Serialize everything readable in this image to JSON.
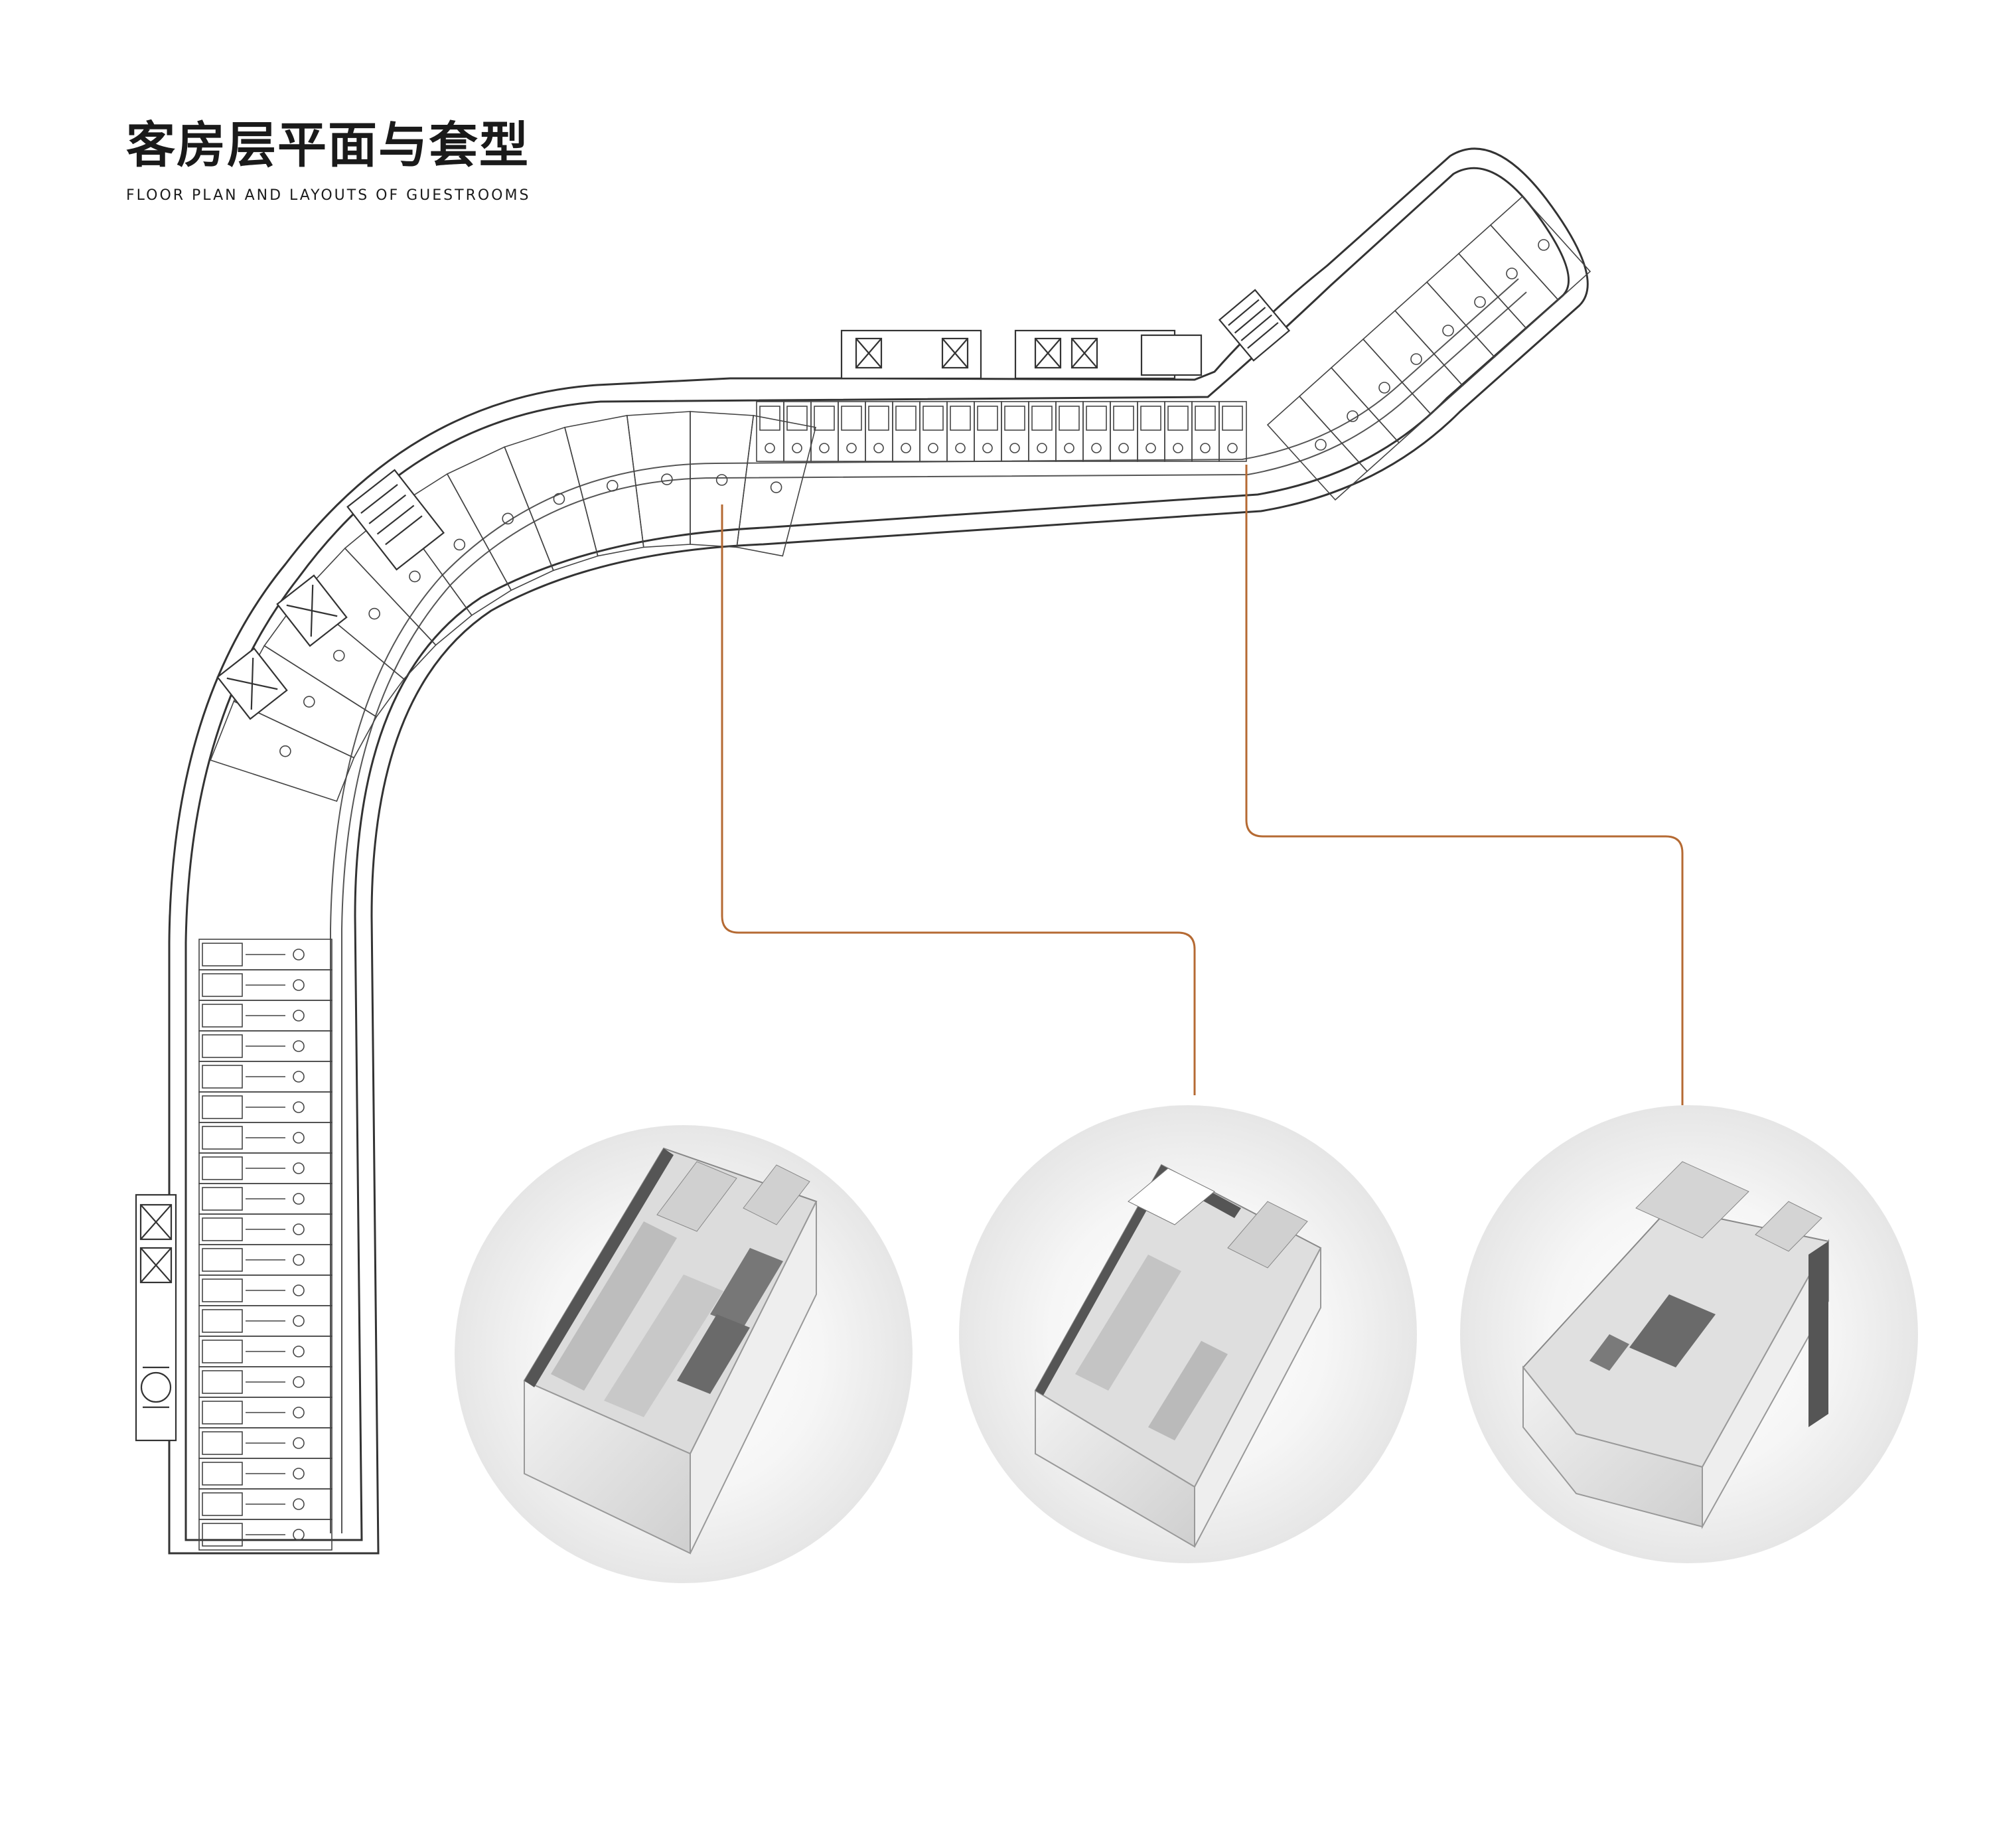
{
  "header": {
    "title_zh": "客房层平面与套型",
    "title_en": "FLOOR PLAN AND LAYOUTS OF GUESTROOMS"
  },
  "colors": {
    "leader_line": "#b56a33",
    "plan_line": "#3a3a3a",
    "plan_fill": "#ffffff",
    "model_wall": "#e4e4e4",
    "model_dark": "#5a5a5a",
    "vignette": "#e9e9e9"
  },
  "plan": {
    "description_ids": [
      "west-wing",
      "curved-section",
      "north-wing",
      "east-wing"
    ]
  },
  "room_models": [
    {
      "id": "double-room"
    },
    {
      "id": "standard-room"
    },
    {
      "id": "corner-suite"
    }
  ]
}
